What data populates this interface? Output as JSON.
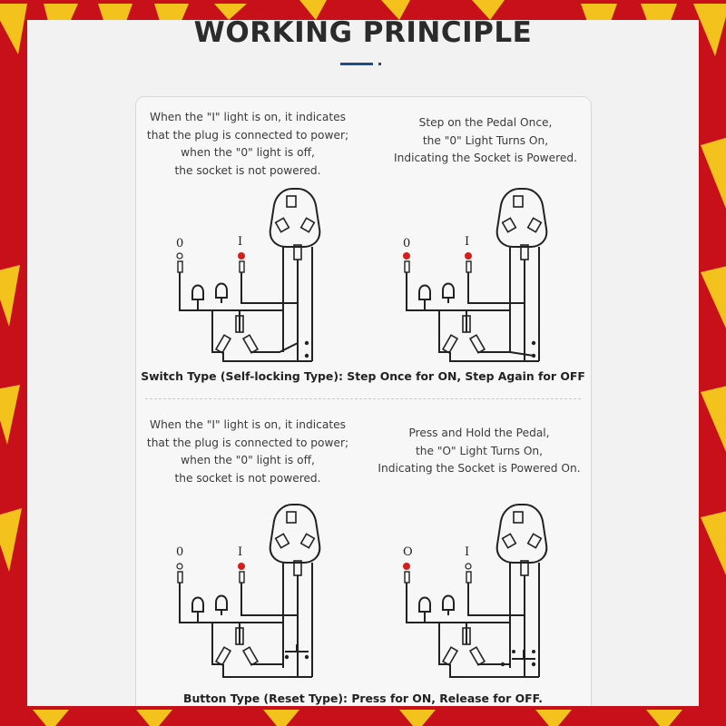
{
  "title": "WORKING PRINCIPLE",
  "colors": {
    "background_red": "#c8101a",
    "background_yellow": "#f4c21c",
    "accent_blue": "#1e4d8c",
    "indicator_red": "#d41f1f"
  },
  "panels": {
    "switch": {
      "left_text": "When the \"I\" light is on, it indicates\nthat the plug is connected to power;\nwhen the \"0\" light is off,\nthe socket is not powered.",
      "right_text": "Step on the Pedal Once,\nthe \"0\" Light Turns On,\nIndicating the Socket is Powered.",
      "caption": "Switch Type (Self-locking Type): Step Once for ON, Step Again for OFF"
    },
    "button": {
      "left_text": "When the \"I\" light is on, it indicates\nthat the plug is connected to power;\nwhen the \"0\" light is off,\nthe socket is not powered.",
      "right_text": "Press and Hold the Pedal,\nthe \"O\" Light Turns On,\nIndicating the Socket is Powered On.",
      "caption": "Button Type (Reset Type): Press for ON, Release for OFF."
    }
  },
  "diagram_labels": {
    "light_zero": "0",
    "light_one": "I",
    "light_o": "O"
  }
}
